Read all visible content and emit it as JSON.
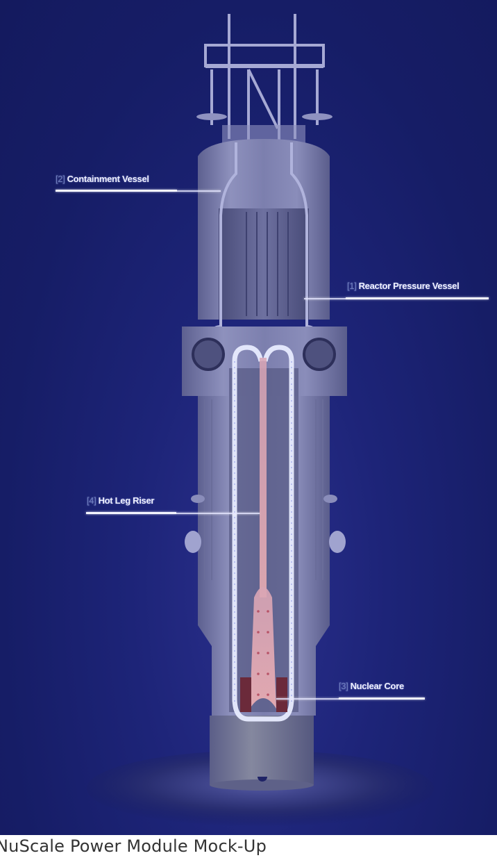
{
  "figure": {
    "caption": "NuScale Power Module Mock-Up",
    "background_color": "#161d66",
    "labels": [
      {
        "id": "containment-vessel",
        "number": "[2]",
        "text": "Containment Vessel"
      },
      {
        "id": "reactor-pressure-vessel",
        "number": "[1]",
        "text": "Reactor Pressure Vessel"
      },
      {
        "id": "hot-leg-riser",
        "number": "[4]",
        "text": "Hot Leg Riser"
      },
      {
        "id": "nuclear-core",
        "number": "[3]",
        "text": "Nuclear Core"
      }
    ],
    "colors": {
      "metal": "#8a8db8",
      "metal_dark": "#5e618c",
      "coolant_loop": "#e8ecff",
      "hot_coolant": "#e8a0a8",
      "core": "#6b2a3a"
    }
  }
}
